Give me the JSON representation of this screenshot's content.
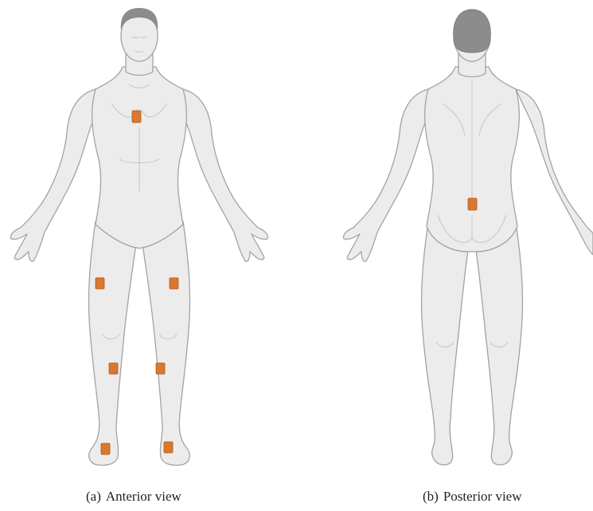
{
  "colors": {
    "skin": "#ececec",
    "outline": "#a3a3a3",
    "detail": "#c4c4c4",
    "hair": "#8c8c8c",
    "sensor": "#d9782f",
    "sensor_edge": "#b25c1c"
  },
  "figures": [
    {
      "id": "anterior",
      "caption": {
        "label": "(a)",
        "text": "Anterior view"
      },
      "sensors": [
        "chest",
        "left-thigh",
        "right-thigh",
        "left-shin",
        "right-shin",
        "left-ankle",
        "right-ankle"
      ]
    },
    {
      "id": "posterior",
      "caption": {
        "label": "(b)",
        "text": "Posterior view"
      },
      "sensors": [
        "lower-back"
      ]
    }
  ]
}
